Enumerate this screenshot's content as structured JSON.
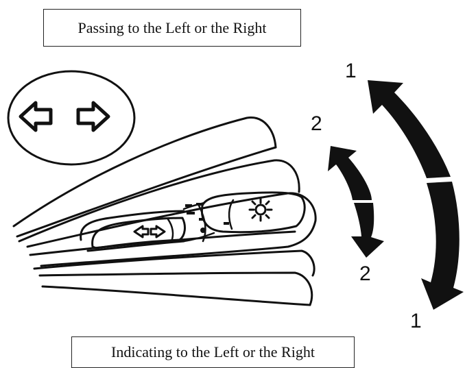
{
  "captions": {
    "top": "Passing to the Left or the Right",
    "bottom": "Indicating to the Left or the Right"
  },
  "positions": {
    "passing_upper": "1",
    "passing_lower": "1",
    "indicating_upper": "2",
    "indicating_lower": "2"
  },
  "icons": {
    "circle_symbol": "double-arrow-icon",
    "lever_indicator": "double-arrow-icon",
    "lever_light": "headlight-icon"
  },
  "colors": {
    "ink": "#111111",
    "background": "#ffffff"
  }
}
